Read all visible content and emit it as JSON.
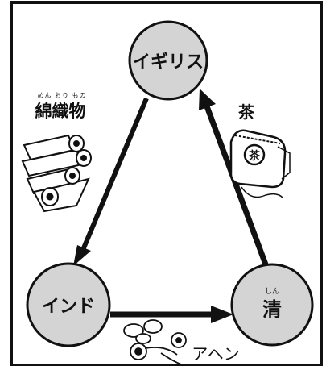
{
  "nodes": {
    "britain": "イギリス",
    "india": "インド",
    "qing": "清",
    "qing_reading": "しん"
  },
  "goods": {
    "cotton": "綿織物",
    "cotton_reading": "めん おり もの",
    "tea": "茶",
    "tea_bag_mark": "茶",
    "opium": "アヘン"
  },
  "flows": [
    {
      "from": "britain",
      "to": "india",
      "goods": "cotton"
    },
    {
      "from": "india",
      "to": "qing",
      "goods": "opium"
    },
    {
      "from": "qing",
      "to": "britain",
      "goods": "tea"
    }
  ],
  "colors": {
    "node_fill": "#d4d4d4",
    "stroke": "#111111",
    "background": "#ffffff"
  }
}
